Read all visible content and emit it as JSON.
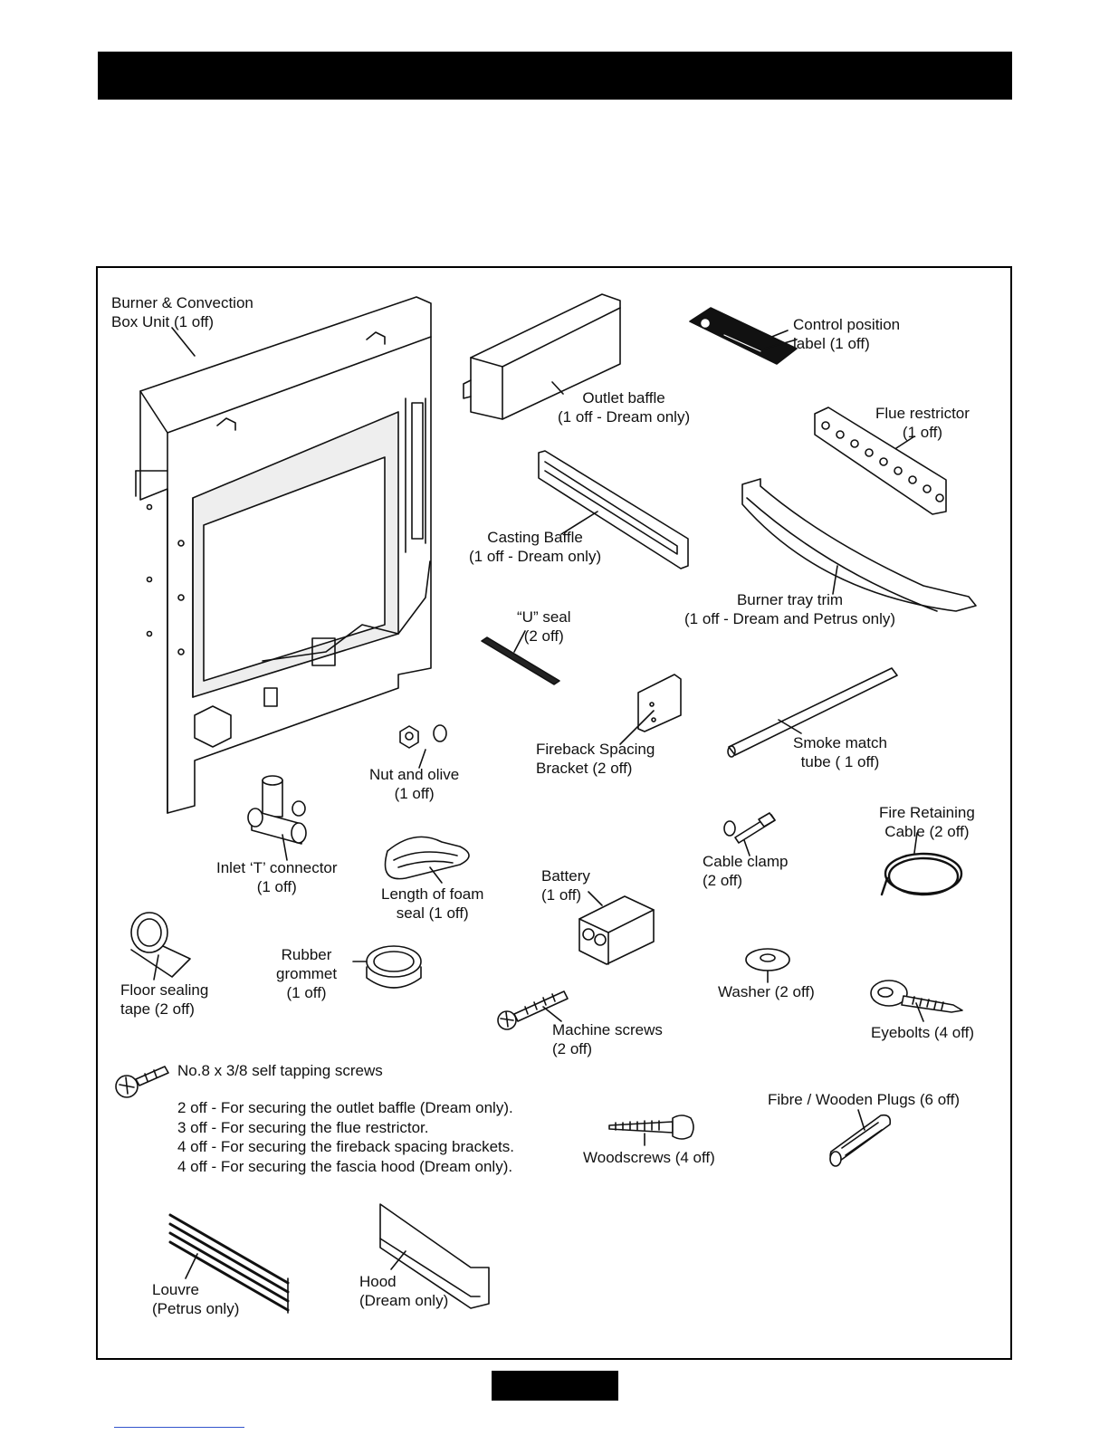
{
  "parts": {
    "burner_unit": [
      "Burner & Convection",
      "Box Unit (1 off)"
    ],
    "outlet_baffle": [
      "Outlet baffle",
      "(1 off - Dream only)"
    ],
    "control_label": [
      "Control position",
      "label (1 off)"
    ],
    "flue_restrictor": [
      "Flue restrictor",
      "(1 off)"
    ],
    "casting_baffle": [
      "Casting Baffle",
      "(1 off - Dream only)"
    ],
    "burner_tray_trim": [
      "Burner tray trim",
      "(1 off - Dream and Petrus only)"
    ],
    "u_seal": [
      "“U” seal",
      "(2 off)"
    ],
    "fireback_bracket": [
      "Fireback Spacing",
      "Bracket (2 off)"
    ],
    "smoke_tube": [
      "Smoke match",
      "tube ( 1 off)"
    ],
    "nut_olive": [
      "Nut and olive",
      "(1 off)"
    ],
    "fire_cable": [
      "Fire Retaining",
      "Cable (2 off)"
    ],
    "cable_clamp": [
      "Cable clamp",
      "(2 off)"
    ],
    "inlet_t": [
      "Inlet ‘T’ connector",
      "(1 off)"
    ],
    "foam_seal": [
      "Length of foam",
      "seal (1 off)"
    ],
    "battery": [
      "Battery",
      "(1 off)"
    ],
    "floor_tape": [
      "Floor sealing",
      "tape (2 off)"
    ],
    "grommet": [
      "Rubber",
      "grommet",
      "(1 off)"
    ],
    "washer": "Washer (2 off)",
    "eyebolts": "Eyebolts (4 off)",
    "machine_screws": [
      "Machine screws",
      "(2 off)"
    ],
    "plugs": "Fibre / Wooden Plugs (6 off)",
    "woodscrews": "Woodscrews (4 off)",
    "louvre": [
      "Louvre",
      "(Petrus only)"
    ],
    "hood": [
      "Hood",
      "(Dream only)"
    ]
  },
  "self_tapping": {
    "title": "No.8 x 3/8 self tapping screws",
    "lines": [
      "2 off - For securing the outlet baffle (Dream only).",
      "3 off - For securing the flue restrictor.",
      "4 off - For securing the fireback spacing brackets.",
      "4 off - For securing the fascia hood (Dream only)."
    ]
  }
}
